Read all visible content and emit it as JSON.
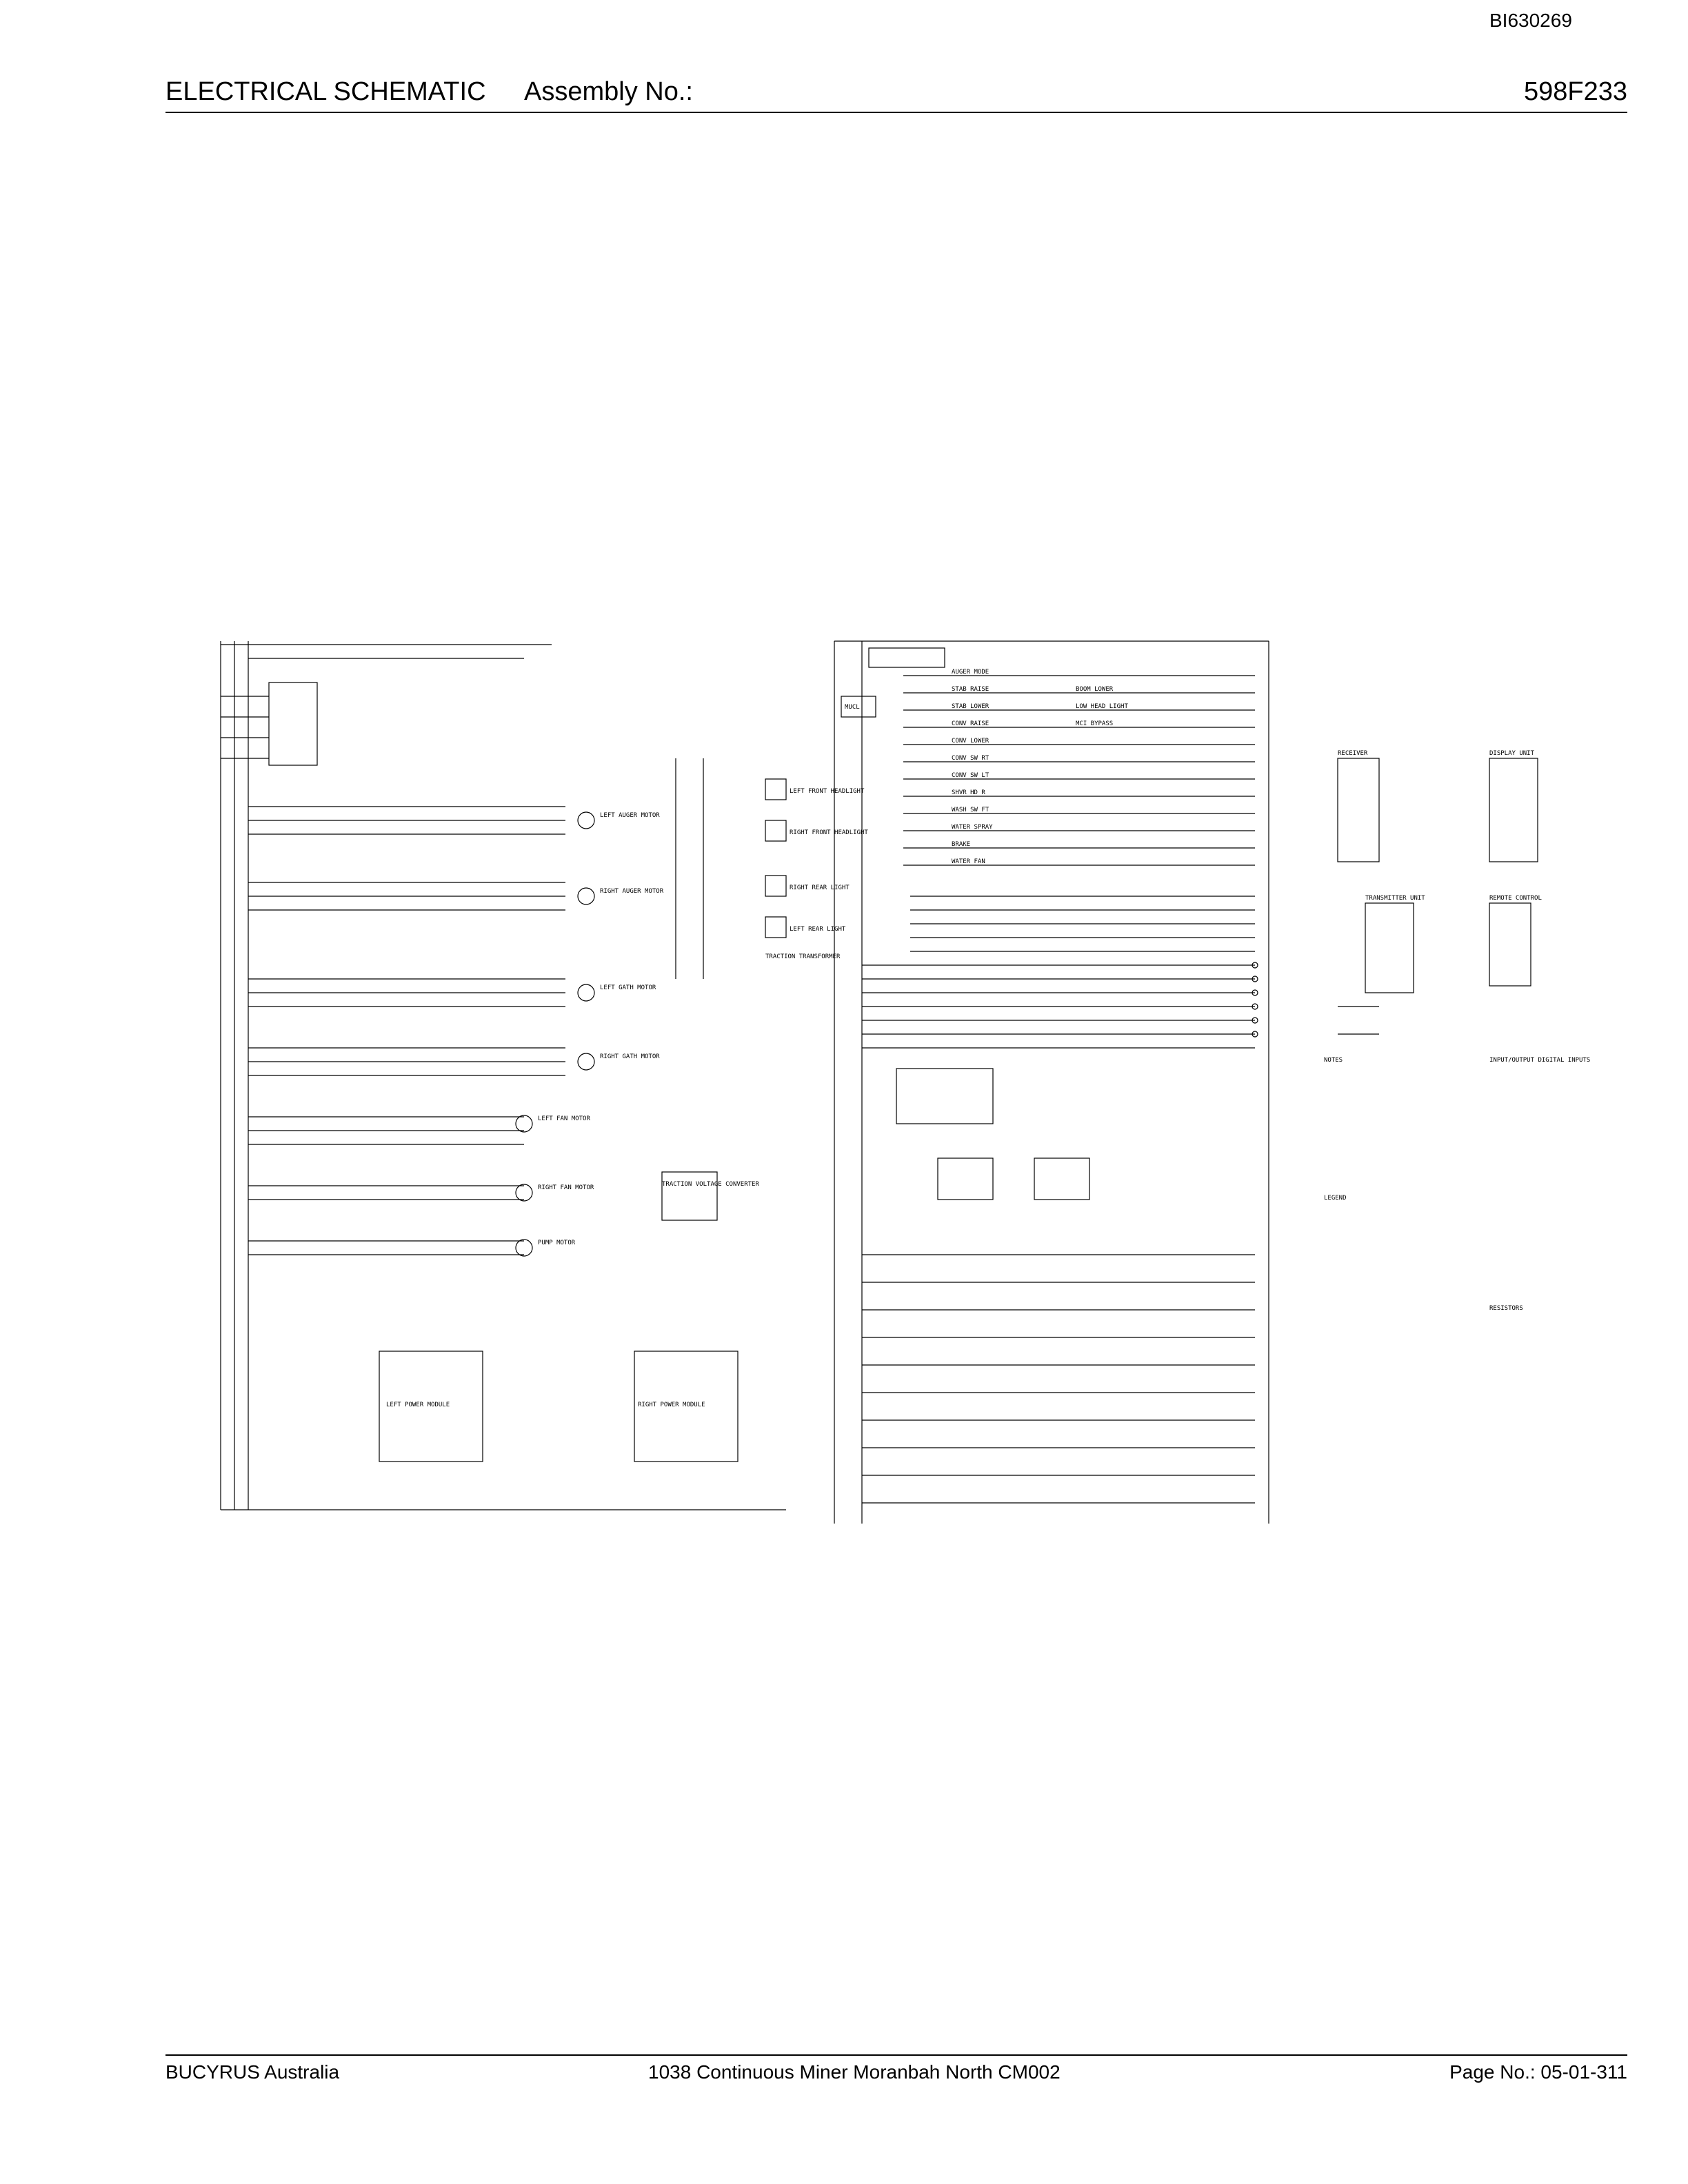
{
  "header": {
    "doc_id": "BI630269",
    "title": "ELECTRICAL SCHEMATIC",
    "assembly_label": "Assembly No.:",
    "assembly_number": "598F233"
  },
  "footer": {
    "company": "BUCYRUS Australia",
    "description": "1038 Continuous Miner Moranbah North CM002",
    "page": "Page No.:   05-01-311"
  },
  "schematic": {
    "modules": {
      "left_power": "LEFT POWER MODULE",
      "right_power": "RIGHT POWER MODULE",
      "traction_voltage": "TRACTION VOLTAGE CONVERTER",
      "ptc_button": "TRACTION TRANSFORMER",
      "mucl": "MUCL",
      "transmitter": "TRANSMITTER UNIT",
      "receiver": "RECEIVER",
      "dcc_display": "DISPLAY UNIT",
      "remote_control": "REMOTE CONTROL"
    },
    "motors": [
      "LEFT AUGER MOTOR",
      "RIGHT AUGER MOTOR",
      "LEFT GATH MOTOR",
      "RIGHT GATH MOTOR",
      "LEFT FAN MOTOR",
      "RIGHT FAN MOTOR",
      "PUMP MOTOR"
    ],
    "functions": [
      "AUGER MODE",
      "STAB RAISE",
      "STAB LOWER",
      "CONV RAISE",
      "CONV LOWER",
      "CONV SW RT",
      "CONV SW LT",
      "SHVR HD R",
      "WASH SW FT",
      "WATER SPRAY",
      "BRAKE",
      "WATER FAN",
      "BOOM LOWER",
      "LOW HEAD LIGHT",
      "MCI BYPASS"
    ],
    "lights": [
      "LEFT FRONT HEADLIGHT",
      "RIGHT FRONT HEADLIGHT",
      "RIGHT REAR LIGHT",
      "LEFT REAR LIGHT"
    ],
    "notes_title": "NOTES",
    "legend_title": "LEGEND",
    "inputs_title": "INPUT/OUTPUT DIGITAL INPUTS",
    "resistors_title": "RESISTORS"
  }
}
